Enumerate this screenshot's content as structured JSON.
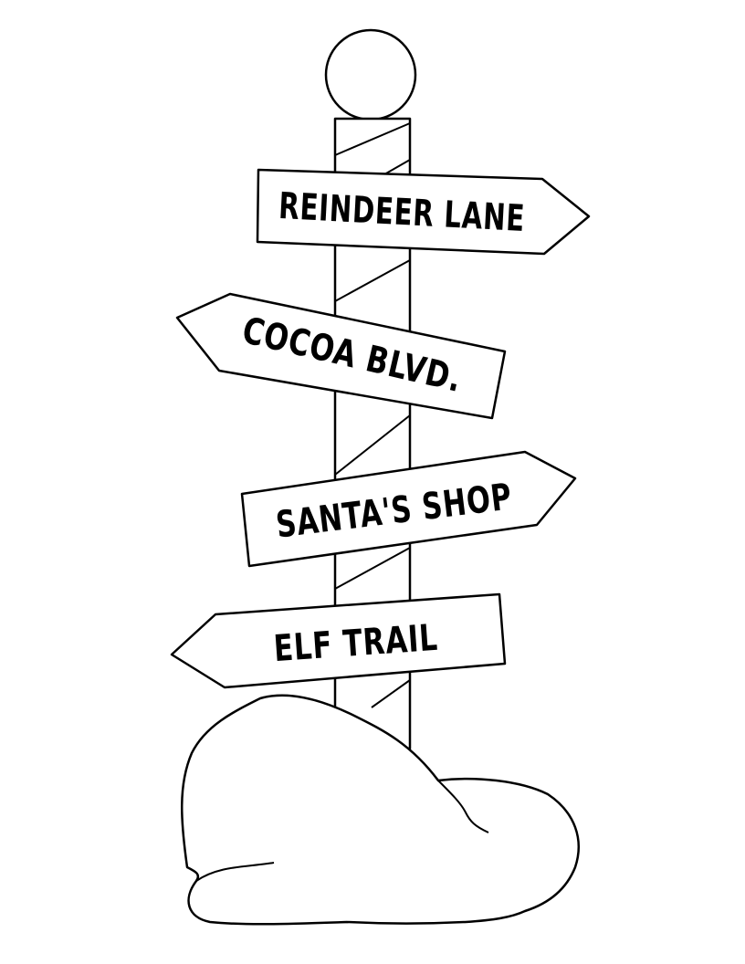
{
  "signpost": {
    "signs": [
      {
        "label": "REINDEER LANE",
        "direction": "right"
      },
      {
        "label": "COCOA BLVD.",
        "direction": "left"
      },
      {
        "label": "SANTA'S SHOP",
        "direction": "right"
      },
      {
        "label": "ELF TRAIL",
        "direction": "left"
      }
    ]
  },
  "colors": {
    "line": "#000000",
    "fill": "#ffffff"
  }
}
